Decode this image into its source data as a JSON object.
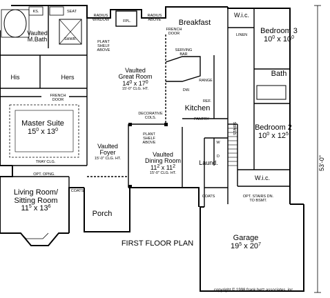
{
  "plan_title": "FIRST FLOOR PLAN",
  "copyright": "copyright © 1998 frank betz associates, inc.",
  "overall_depth": "53'-0\"",
  "rooms": {
    "vaulted_mbath": {
      "line1": "Vaulted",
      "line2": "M.Bath"
    },
    "his": "His",
    "hers": "Hers",
    "master_suite": {
      "name": "Master Suite",
      "w": "15",
      "wsup": "0",
      "x": "x",
      "d": "13",
      "dsup": "0"
    },
    "vaulted_great_room": {
      "line1": "Vaulted",
      "line2": "Great Room",
      "w": "14",
      "wsup": "0",
      "x": "x",
      "d": "17",
      "dsup": "0",
      "note": "15'-0\" CLG. HT."
    },
    "breakfast": "Breakfast",
    "bedroom3": {
      "name": "Bedroom 3",
      "w": "10",
      "wsup": "0",
      "x": "x",
      "d": "10",
      "dsup": "0"
    },
    "bath": "Bath",
    "kitchen": "Kitchen",
    "bedroom2": {
      "name": "Bedroom 2",
      "w": "10",
      "wsup": "0",
      "x": "x",
      "d": "12",
      "dsup": "5"
    },
    "vaulted_foyer": {
      "line1": "Vaulted",
      "line2": "Foyer",
      "note": "15'-0\" CLG. HT."
    },
    "vaulted_dining": {
      "line1": "Vaulted",
      "line2": "Dining Room",
      "w": "11",
      "wsup": "2",
      "x": "x",
      "d": "11",
      "dsup": "2",
      "note": "15'-0\" CLG. HT."
    },
    "laund": "Laund.",
    "wic": "W.i.c.",
    "living_room": {
      "line1": "Living Room/",
      "line2": "Sitting Room",
      "w": "11",
      "wsup": "5",
      "x": "x",
      "d": "13",
      "dsup": "6"
    },
    "porch": "Porch",
    "garage": {
      "name": "Garage",
      "w": "19",
      "wsup": "5",
      "x": "x",
      "d": "20",
      "dsup": "7"
    }
  },
  "notes": {
    "ks": "KS.",
    "seat": "SEAT",
    "shwr": "SHWR.",
    "radius_window": "RADIUS\nWINDOW",
    "fpl": "FPL.",
    "radius_above": "RADIUS\nABOVE",
    "french_door_top": "FRENCH\nDOOR",
    "plant_shelf_above_1": "PLANT\nSHELF\nABOVE",
    "serving_bar": "SERVING\nBAR",
    "range": "RANGE",
    "dw": "DW.",
    "ref": "REF.",
    "pantry": "PANTRY",
    "linen": "LINEN",
    "french_door_master": "FRENCH\nDOOR",
    "tray_clg": "TRAY CLG.",
    "opt_opng": "OPT. OPNG.",
    "decorative_cols": "DECORATIVE\nCOLS.",
    "plant_shelf_above_2": "PLANT\nSHELF\nABOVE",
    "coats_1": "COATS",
    "coats_2": "COATS",
    "stairs": "STAIRS",
    "w": "W",
    "d": "D",
    "opt_stairs": "OPT. STAIRS DN.\nTO BSMT."
  }
}
